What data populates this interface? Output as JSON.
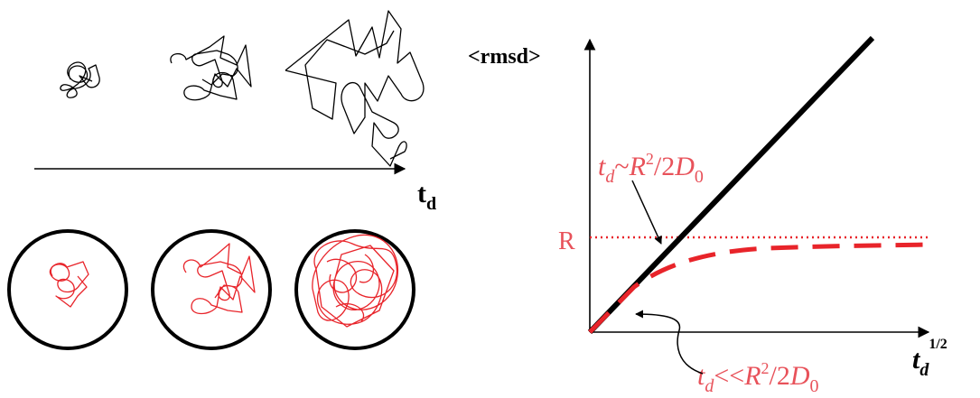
{
  "left_panel": {
    "time_axis_label": "t",
    "time_axis_label_sub": "d",
    "free_diffusion_label": "",
    "confined_diffusion_label": ""
  },
  "graph": {
    "y_axis_label": "<rmsd>",
    "x_axis_label_base": "t",
    "x_axis_label_sub": "d",
    "x_axis_label_sup": "1/2",
    "r_label": "R",
    "annotation_upper": {
      "t": "t",
      "sub": "d",
      "tilde": "~",
      "r": "R",
      "r_sup": "2",
      "slash": "/2",
      "d": "D",
      "d_sub": "0"
    },
    "annotation_lower": {
      "t": "t",
      "sub": "d",
      "ll": "<<",
      "r": "R",
      "r_sup": "2",
      "slash": "/2",
      "d": "D",
      "d_sub": "0"
    }
  },
  "colors": {
    "ink": "#000000",
    "red": "#e8242a",
    "text_red": "#e8525a"
  }
}
